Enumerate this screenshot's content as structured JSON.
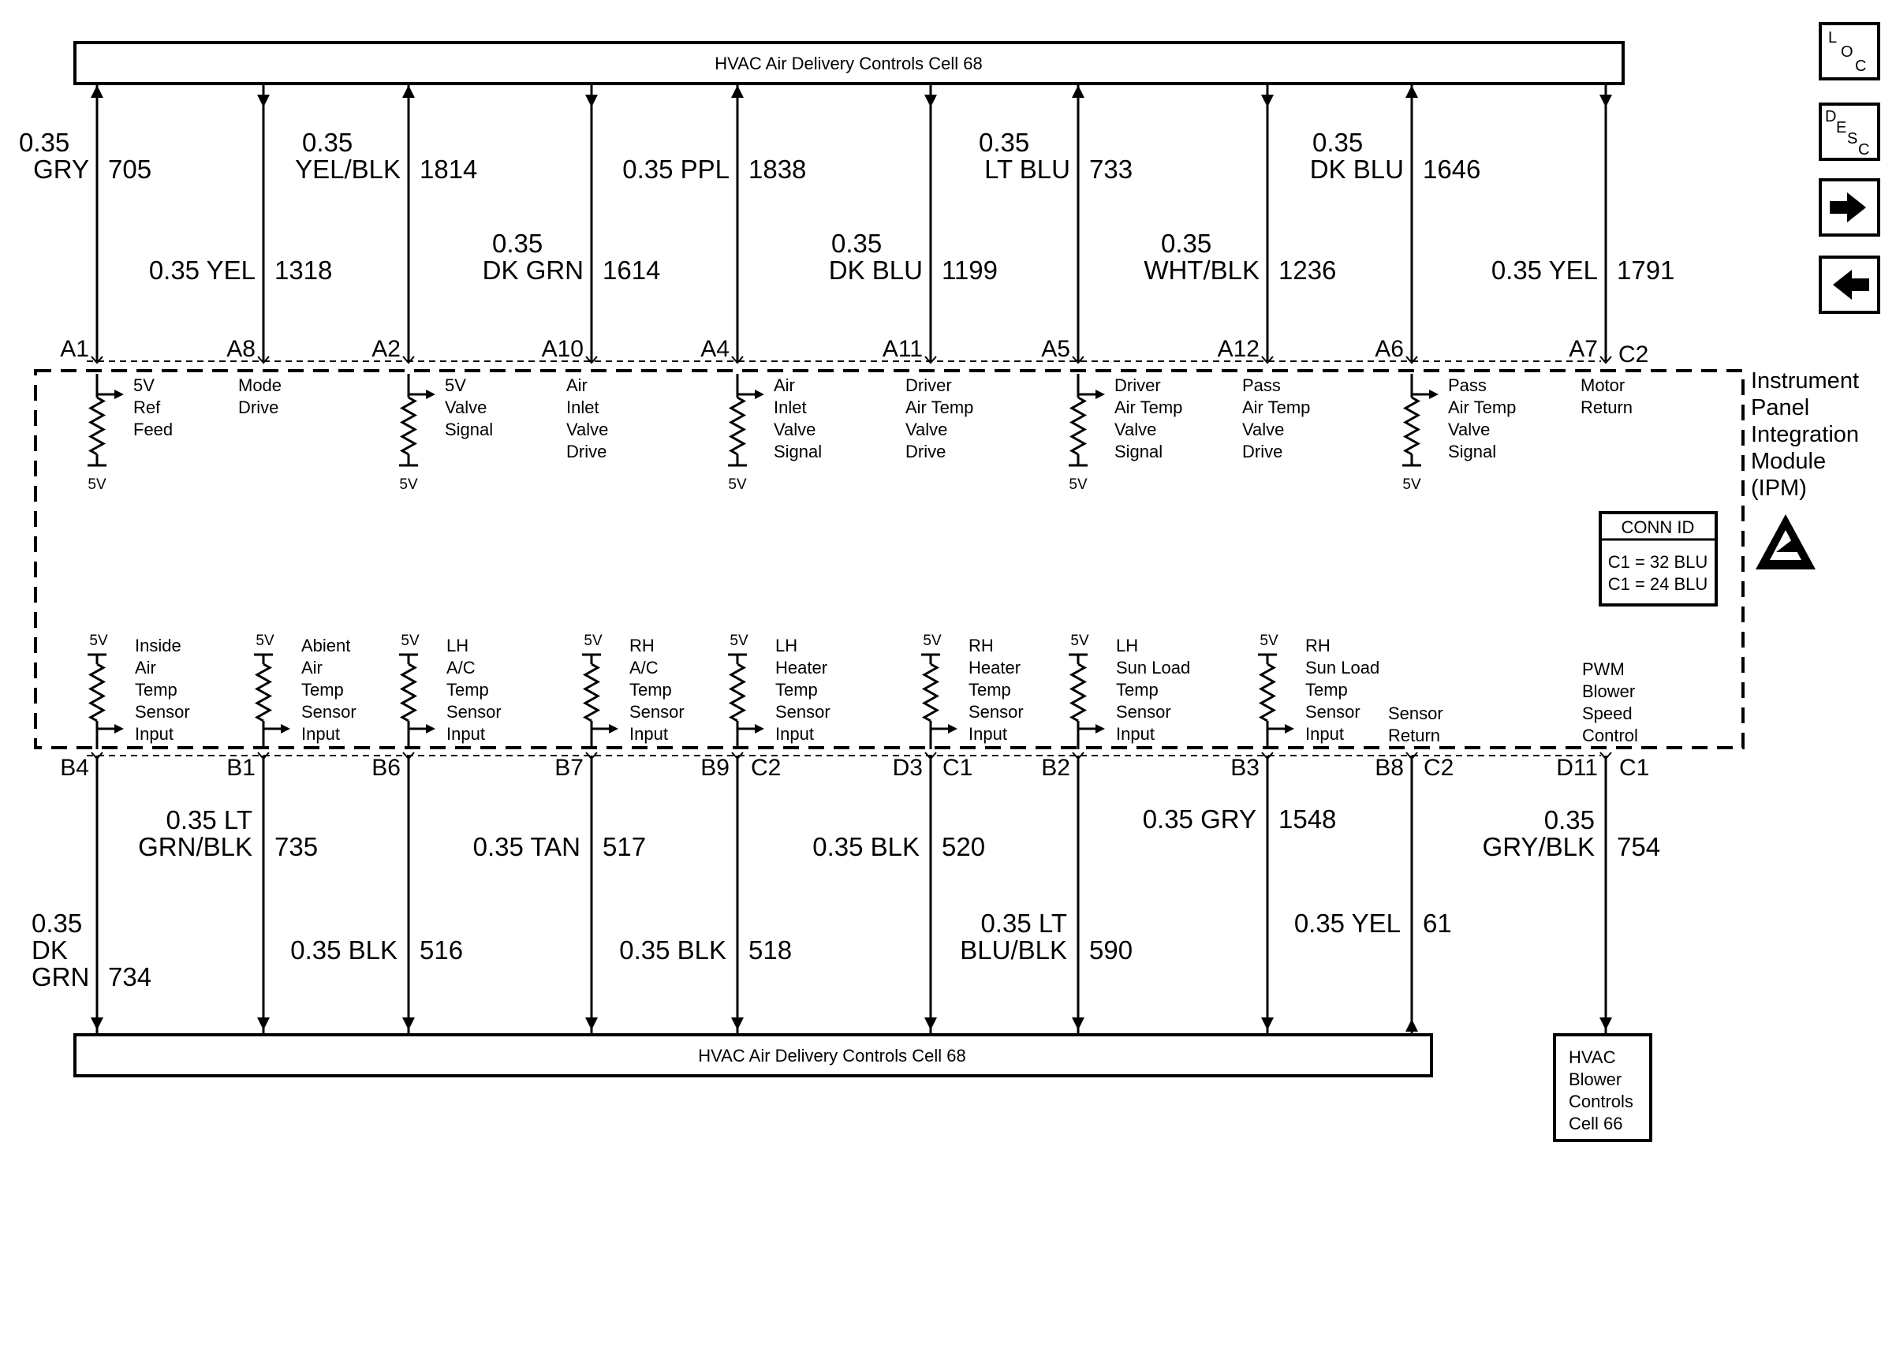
{
  "top_box": {
    "label": "HVAC Air Delivery Controls Cell 68"
  },
  "bottom_box": {
    "label": "HVAC Air Delivery Controls Cell 68"
  },
  "blower_box": {
    "lines": [
      "HVAC",
      "Blower",
      "Controls",
      "Cell 66"
    ]
  },
  "module": {
    "lines": [
      "Instrument",
      "Panel",
      "Integration",
      "Module",
      "(IPM)"
    ]
  },
  "conn_id": {
    "title": "CONN ID",
    "lines": [
      "C1 = 32 BLU",
      "C1 = 24 BLU"
    ]
  },
  "nav": {
    "loc": {
      "a": "L",
      "b": "O",
      "c": "C"
    },
    "desc": {
      "a": "D",
      "b": "E",
      "c": "S",
      "d": "C"
    }
  },
  "top_connector": "C2",
  "bottom_connectors": {
    "c1": "C1",
    "c2": "C2"
  },
  "top_circuits": [
    {
      "pin": "A1",
      "size": "0.35",
      "color": "GRY",
      "circuit": "705",
      "func": [
        "5V",
        "Ref",
        "Feed"
      ]
    },
    {
      "pin": "A8",
      "size": "",
      "color": "0.35 YEL",
      "circuit": "1318",
      "func": [
        "Mode",
        "Drive"
      ]
    },
    {
      "pin": "A2",
      "size": "0.35",
      "color": "YEL/BLK",
      "circuit": "1814",
      "func": [
        "5V",
        "Valve",
        "Signal"
      ]
    },
    {
      "pin": "A10",
      "size": "0.35",
      "color": "DK GRN",
      "circuit": "1614",
      "func": [
        "Air",
        "Inlet",
        "Valve",
        "Drive"
      ]
    },
    {
      "pin": "A4",
      "size": "",
      "color": "0.35 PPL",
      "circuit": "1838",
      "func": [
        "Air",
        "Inlet",
        "Valve",
        "Signal"
      ]
    },
    {
      "pin": "A11",
      "size": "0.35",
      "color": "DK BLU",
      "circuit": "1199",
      "func": [
        "Driver",
        "Air Temp",
        "Valve",
        "Drive"
      ]
    },
    {
      "pin": "A5",
      "size": "0.35",
      "color": "LT BLU",
      "circuit": "733",
      "func": [
        "Driver",
        "Air Temp",
        "Valve",
        "Signal"
      ]
    },
    {
      "pin": "A12",
      "size": "0.35",
      "color": "WHT/BLK",
      "circuit": "1236",
      "func": [
        "Pass",
        "Air Temp",
        "Valve",
        "Drive"
      ]
    },
    {
      "pin": "A6",
      "size": "0.35",
      "color": "DK BLU",
      "circuit": "1646",
      "func": [
        "Pass",
        "Air Temp",
        "Valve",
        "Signal"
      ]
    },
    {
      "pin": "A7",
      "size": "",
      "color": "0.35 YEL",
      "circuit": "1791",
      "func": [
        "Motor",
        "Return"
      ]
    }
  ],
  "bottom_circuits": [
    {
      "pin": "B4",
      "size": [
        "0.35",
        "DK"
      ],
      "color": "GRN",
      "circuit": "734",
      "func": [
        "Inside",
        "Air",
        "Temp",
        "Sensor",
        "Input"
      ]
    },
    {
      "pin": "B1",
      "size": [
        "0.35 LT"
      ],
      "color": "GRN/BLK",
      "circuit": "735",
      "func": [
        "Abient",
        "Air",
        "Temp",
        "Sensor",
        "Input"
      ]
    },
    {
      "pin": "B6",
      "size": [],
      "color": "0.35 BLK",
      "circuit": "516",
      "func": [
        "LH",
        "A/C",
        "Temp",
        "Sensor",
        "Input"
      ]
    },
    {
      "pin": "B7",
      "size": [],
      "color": "0.35 TAN",
      "circuit": "517",
      "func": [
        "RH",
        "A/C",
        "Temp",
        "Sensor",
        "Input"
      ]
    },
    {
      "pin": "B9",
      "size": [],
      "color": "0.35 BLK",
      "circuit": "518",
      "func": [
        "LH",
        "Heater",
        "Temp",
        "Sensor",
        "Input"
      ]
    },
    {
      "pin": "D3",
      "size": [],
      "color": "0.35 BLK",
      "circuit": "520",
      "func": [
        "RH",
        "Heater",
        "Temp",
        "Sensor",
        "Input"
      ]
    },
    {
      "pin": "B2",
      "size": [
        "0.35 LT"
      ],
      "color": "BLU/BLK",
      "circuit": "590",
      "func": [
        "LH",
        "Sun Load",
        "Temp",
        "Sensor",
        "Input"
      ]
    },
    {
      "pin": "B3",
      "size": [],
      "color": "0.35 GRY",
      "circuit": "1548",
      "func": [
        "RH",
        "Sun Load",
        "Temp",
        "Sensor",
        "Input"
      ]
    },
    {
      "pin": "B8",
      "size": [],
      "color": "0.35 YEL",
      "circuit": "61",
      "func": [
        "Sensor",
        "Return"
      ]
    },
    {
      "pin": "D11",
      "size": [
        "0.35"
      ],
      "color": "GRY/BLK",
      "circuit": "754",
      "func": [
        "PWM",
        "Blower",
        "Speed",
        "Control"
      ]
    }
  ],
  "voltage_label": "5V"
}
